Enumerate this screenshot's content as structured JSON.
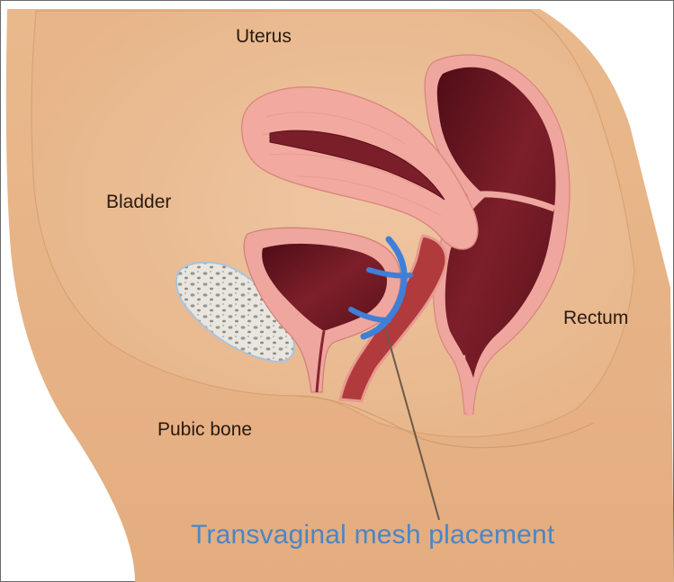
{
  "labels": {
    "uterus": "Uterus",
    "bladder": "Bladder",
    "rectum": "Rectum",
    "pubic_bone": "Pubic bone"
  },
  "caption": {
    "text": "Transvaginal mesh placement",
    "color": "#4a86c6"
  },
  "colors": {
    "skin": "#e8b68a",
    "skin_inner": "#edc09a",
    "organ_pink": "#f2a59d",
    "organ_dark": "#6e1822",
    "mesh_blue": "#3f7fd8",
    "pointer": "#6b5a4a"
  }
}
